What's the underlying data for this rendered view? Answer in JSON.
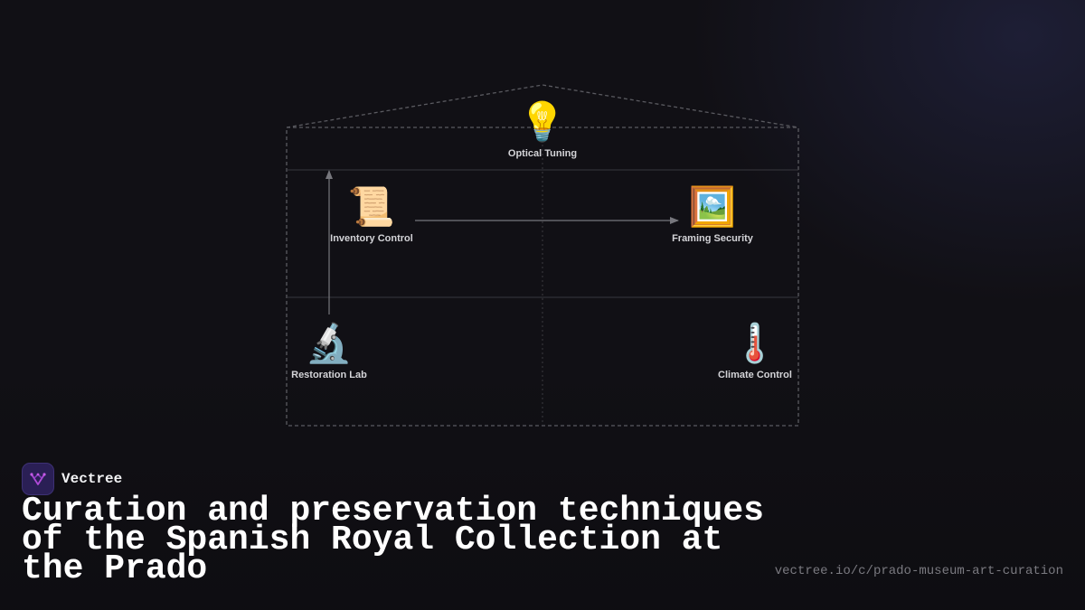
{
  "diagram": {
    "nodes": [
      {
        "id": "optical",
        "emoji": "💡",
        "icon": "lightbulb-icon",
        "label": "Optical Tuning"
      },
      {
        "id": "inventory",
        "emoji": "📜",
        "icon": "scroll-icon",
        "label": "Inventory Control"
      },
      {
        "id": "framing",
        "emoji": "🖼️",
        "icon": "framed-picture-icon",
        "label": "Framing Security"
      },
      {
        "id": "restoration",
        "emoji": "🔬",
        "icon": "microscope-icon",
        "label": "Restoration Lab"
      },
      {
        "id": "climate",
        "emoji": "🌡️",
        "icon": "thermometer-icon",
        "label": "Climate Control"
      }
    ],
    "edges": [
      {
        "from": "inventory",
        "to": "framing"
      },
      {
        "from": "restoration",
        "to": "inventory"
      }
    ]
  },
  "brand": {
    "name": "Vectree",
    "logo": "vectree-logo-icon",
    "color": "#2a1f55"
  },
  "title": "Curation and preservation techniques of the Spanish Royal Collection at the Prado",
  "url": "vectree.io/c/prado-museum-art-curation"
}
